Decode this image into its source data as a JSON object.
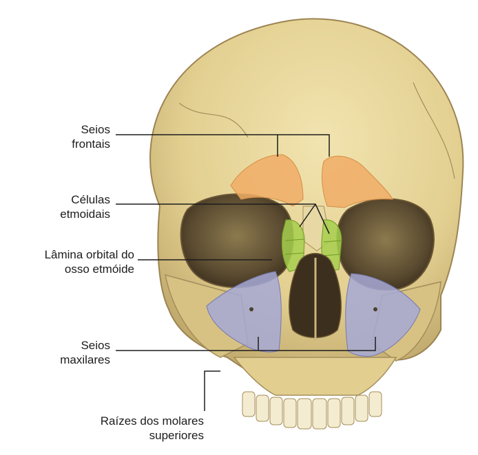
{
  "labels": {
    "frontal": [
      "Seios",
      "frontais"
    ],
    "ethmoid_cells": [
      "Células",
      "etmoidais"
    ],
    "orbital_lamina": [
      "Lâmina orbital do",
      "osso etmóide"
    ],
    "maxillary": [
      "Seios",
      "maxilares"
    ],
    "molar_roots": [
      "Raízes dos molares",
      "superiores"
    ]
  },
  "colors": {
    "bone": "#e6d59a",
    "bone_shadow": "#b8a266",
    "frontal_sinus": "#f0ad66",
    "ethmoid_cells": "#a6cf4e",
    "maxillary_sinus": "#a6a9d6",
    "orbit": "#4a3f2a",
    "leader_line": "#1c1c1c"
  }
}
